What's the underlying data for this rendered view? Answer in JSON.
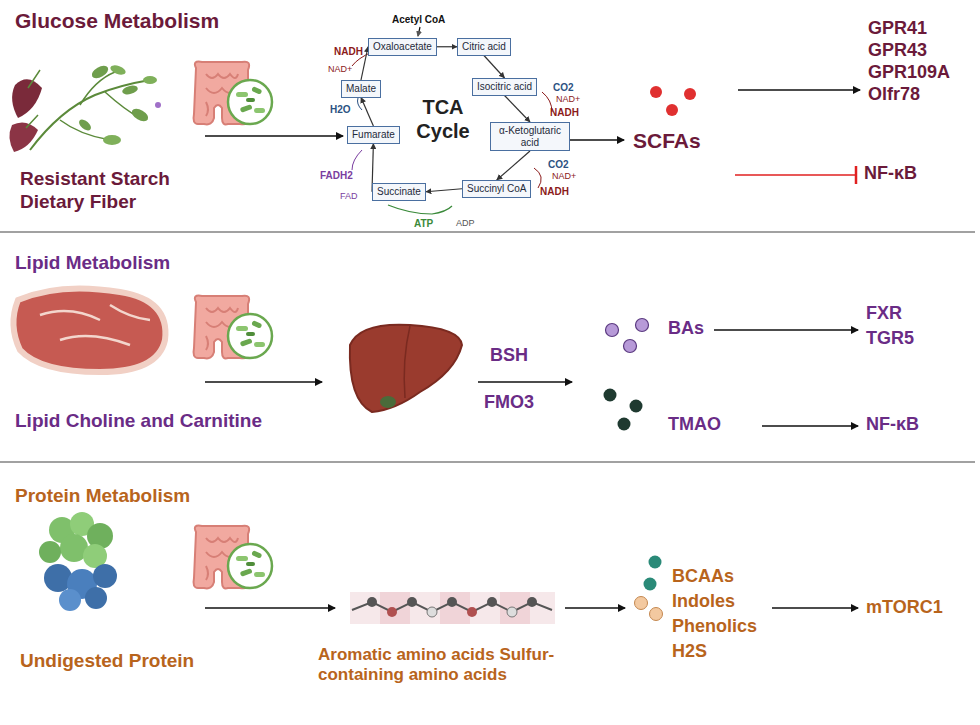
{
  "diagram": {
    "nodes": [
      {
        "text": [
          "Oxaloacetate"
        ]
      },
      {
        "text": [
          "Citric acid"
        ]
      },
      {
        "text": [
          "Isocitric acid"
        ]
      },
      {
        "text": [
          "α-Ketoglutaric acid"
        ]
      },
      {
        "text": [
          "Succinyl CoA"
        ]
      },
      {
        "text": [
          "Succinate"
        ]
      },
      {
        "text": [
          "Fumarate"
        ]
      },
      {
        "text": [
          "Malate"
        ]
      }
    ],
    "edges": [
      {
        "from": 0,
        "to": 1,
        "arrow": "to"
      },
      {
        "from": 1,
        "to": 2,
        "arrow": "to"
      },
      {
        "from": 2,
        "to": 3,
        "arrow": "to"
      },
      {
        "from": 3,
        "to": 4,
        "arrow": "to"
      },
      {
        "from": 4,
        "to": 5,
        "arrow": "to"
      },
      {
        "from": 5,
        "to": 6,
        "arrow": "to"
      },
      {
        "from": 6,
        "to": 7,
        "arrow": "to"
      },
      {
        "from": 7,
        "to": 0,
        "arrow": "to"
      }
    ],
    "labels": [
      "Glucose Metabolism",
      "Resistant Starch Dietary Fiber",
      "Acetyl CoA",
      "NADH",
      "NAD+",
      "H2O",
      "FADH2",
      "FAD",
      "ATP",
      "ADP",
      "CO2",
      "NAD+",
      "NADH",
      "CO2",
      "NAD+",
      "NADH",
      "TCA Cycle",
      "SCFAs",
      "GPR41",
      "GPR43",
      "GPR109A",
      "Olfr78",
      "NF-κB",
      "Lipid Metabolism",
      "Lipid Choline and Carnitine",
      "BSH",
      "FMO3",
      "BAs",
      "TMAO",
      "FXR",
      "TGR5",
      "NF-κB",
      "Protein Metabolism",
      "Undigested Protein",
      "Aromatic amino acids Sulfur-containing amino acids",
      "BCAAs",
      "Indoles",
      "Phenolics",
      "H2S",
      "mTORC1"
    ]
  }
}
